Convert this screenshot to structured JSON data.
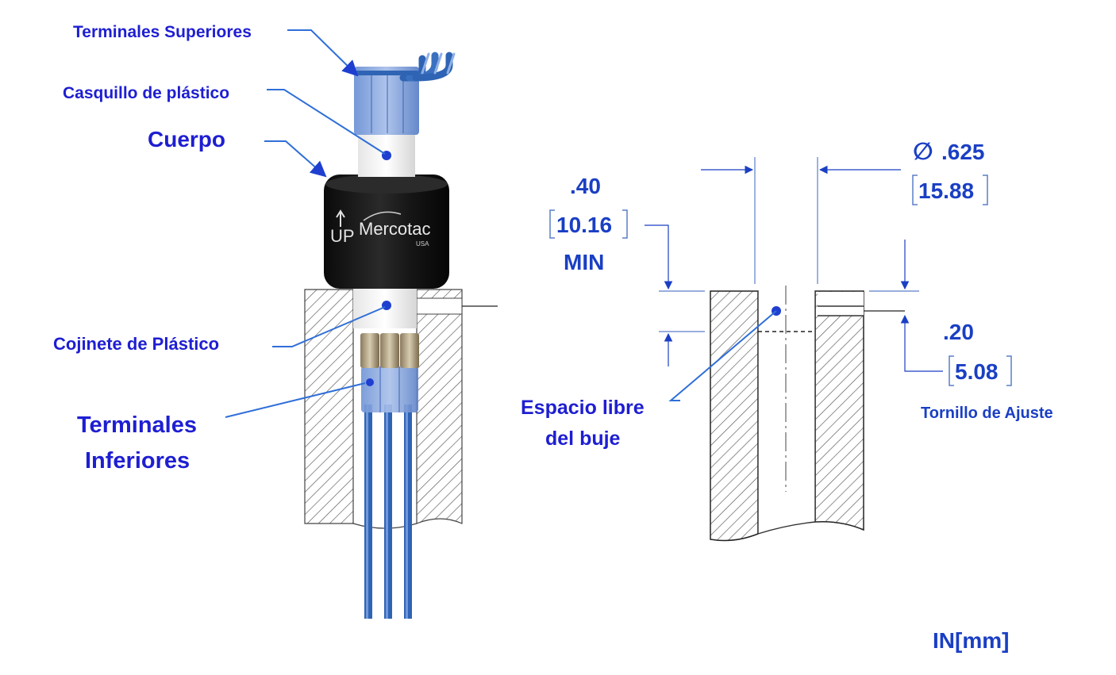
{
  "labels": {
    "top_terminals": "Terminales Superiores",
    "plastic_bushing": "Casquillo de plástico",
    "body": "Cuerpo",
    "plastic_bearing": "Cojinete de Plástico",
    "bottom_terminals_line1": "Terminales",
    "bottom_terminals_line2": "Inferiores",
    "clearance_line1": "Espacio libre",
    "clearance_line2": "del buje",
    "set_screw": "Tornillo de Ajuste",
    "units": "IN[mm]"
  },
  "brand": {
    "logo_text": "Mercotac",
    "logo_sub": "USA",
    "up_mark": "UP"
  },
  "dimensions": {
    "diameter": {
      "symbol": "∅",
      "inch": ".625",
      "mm": "15.88"
    },
    "depth": {
      "inch": ".40",
      "mm": "10.16",
      "note": "MIN"
    },
    "screw": {
      "inch": ".20",
      "mm": "5.08"
    }
  },
  "colors": {
    "label_blue": "#1e1ed2",
    "dim_blue": "#1a3fc4",
    "wire_blue": "#2f64b4",
    "terminal_blue": "#4a7fd0",
    "body_black": "#111111"
  }
}
